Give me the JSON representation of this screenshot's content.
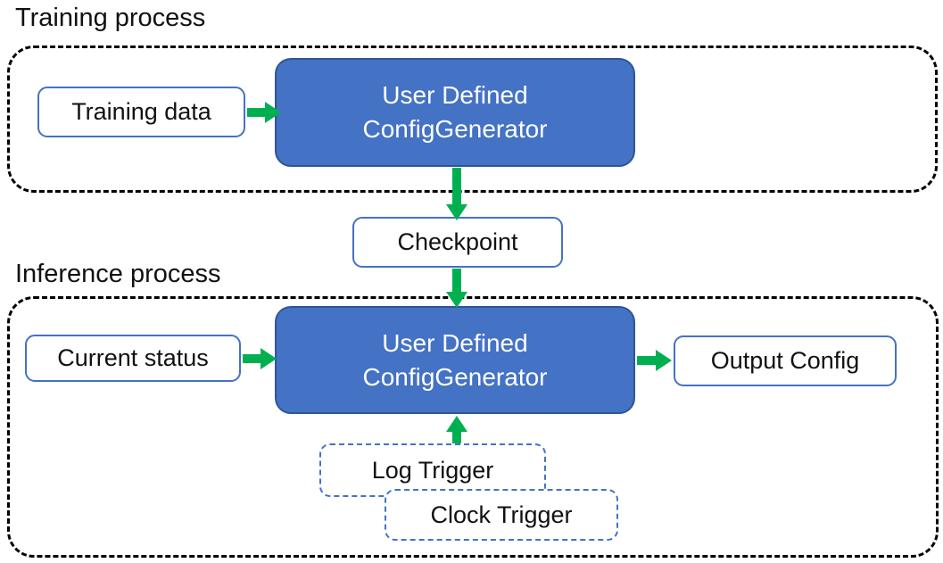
{
  "colors": {
    "generator_fill": "#4472C4",
    "generator_border": "#2F5597",
    "box_border": "#4472C4",
    "arrow_green": "#00B050",
    "container_dash": "#000000",
    "text_dark": "#111111",
    "text_light": "#ffffff"
  },
  "training_section": {
    "title": "Training process",
    "training_data_label": "Training data",
    "generator_line1": "User Defined",
    "generator_line2": "ConfigGenerator"
  },
  "checkpoint": {
    "label": "Checkpoint"
  },
  "inference_section": {
    "title": "Inference process",
    "current_status_label": "Current status",
    "generator_line1": "User Defined",
    "generator_line2": "ConfigGenerator",
    "output_config_label": "Output Config",
    "log_trigger_label": "Log Trigger",
    "clock_trigger_label": "Clock Trigger"
  }
}
